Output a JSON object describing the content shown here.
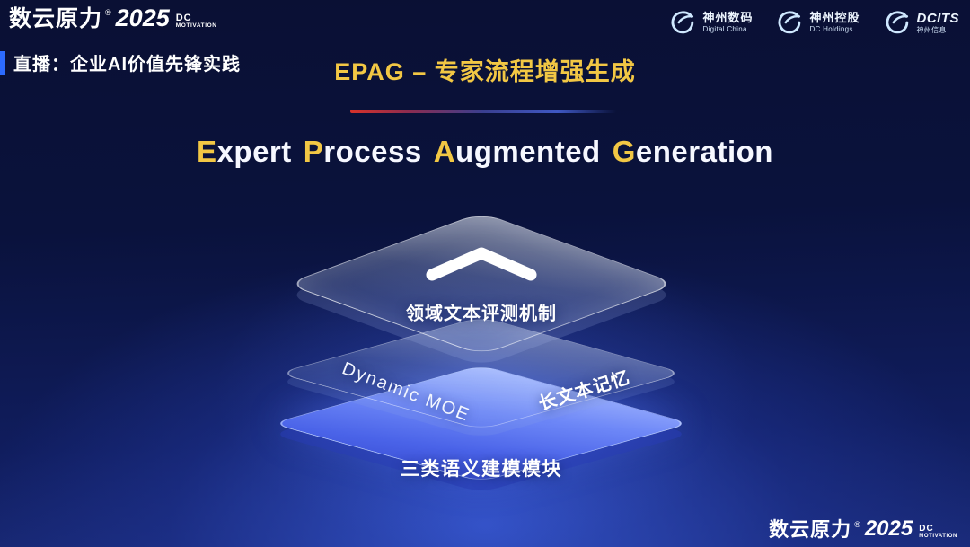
{
  "colors": {
    "gold": "#f2c744",
    "accent-red": "#d8322a",
    "layer-blue": "#4a63e8",
    "live-bar-blue": "#2d6bff",
    "logo-blue": "#cfe8ff"
  },
  "brand": {
    "name": "数云原力",
    "reg": "®",
    "year": "2025",
    "dc": "DC",
    "motivation": "MOTIVATION"
  },
  "header": {
    "live_label": "直播：企业AI价值先锋实践",
    "title": "EPAG – 专家流程增强生成"
  },
  "partner_logos": [
    {
      "name": "神州数码",
      "sub": "Digital China"
    },
    {
      "name": "神州控股",
      "sub": "DC Holdings"
    },
    {
      "name": "DCITS",
      "sub": "神州信息"
    }
  ],
  "subtitle": {
    "words": [
      {
        "initial": "E",
        "rest": "xpert"
      },
      {
        "initial": "P",
        "rest": "rocess"
      },
      {
        "initial": "A",
        "rest": "ugmented"
      },
      {
        "initial": "G",
        "rest": "eneration"
      }
    ]
  },
  "diagram": {
    "top_layer_label": "领域文本评测机制",
    "middle_layer_left_label": "Dynamic MOE",
    "middle_layer_right_label": "长文本记忆",
    "bottom_layer_label": "三类语义建模模块"
  },
  "footer": {
    "name": "数云原力",
    "reg": "®",
    "year": "2025",
    "dc": "DC",
    "motivation": "MOTIVATION"
  }
}
